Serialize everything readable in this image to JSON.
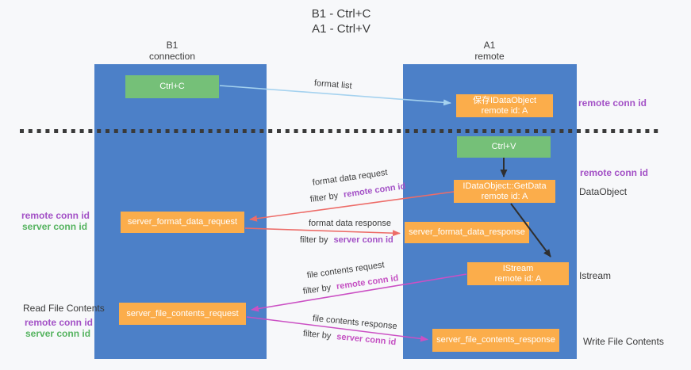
{
  "title": {
    "line1": "B1 - Ctrl+C",
    "line2": "A1 - Ctrl+V"
  },
  "lifelines": {
    "left": {
      "name": "B1",
      "role": "connection"
    },
    "right": {
      "name": "A1",
      "role": "remote"
    }
  },
  "nodes": {
    "ctrl_c": {
      "label": "Ctrl+C"
    },
    "ctrl_v": {
      "label": "Ctrl+V"
    },
    "save_idataobject": {
      "line1": "保存IDataObject",
      "line2": "remote id: A"
    },
    "getdata": {
      "line1": "IDataObject::GetData",
      "line2": "remote id: A"
    },
    "istream": {
      "line1": "IStream",
      "line2": "remote id: A"
    },
    "format_request": {
      "label": "server_format_data_request"
    },
    "format_response": {
      "label": "server_format_data_response"
    },
    "file_request": {
      "label": "server_file_contents_request"
    },
    "file_response": {
      "label": "server_file_contents_response"
    }
  },
  "edge_labels": {
    "format_list": "format list",
    "format_data_request": "format data request",
    "format_data_response": "format data response",
    "file_contents_request": "file contents request",
    "file_contents_response": "file contents response",
    "filter_by": "filter by",
    "remote_conn_id": "remote conn id",
    "server_conn_id": "server conn id"
  },
  "side_labels": {
    "dataobject": "DataObject",
    "istream": "Istream",
    "read_file_contents": "Read File Contents",
    "write_file_contents": "Write File Contents"
  },
  "colors": {
    "column_blue": "#4c80c8",
    "node_orange": "#fbad4b",
    "node_green": "#75c078",
    "arrow_lightblue": "#a5d2ef",
    "arrow_black": "#2f2f2f",
    "arrow_red": "#ed6c68",
    "arrow_magenta": "#cb50c4",
    "divider": "#3a3a3a",
    "label_purple": "#a351c6",
    "label_green": "#55b35f",
    "label_magenta": "#c44fc2"
  }
}
